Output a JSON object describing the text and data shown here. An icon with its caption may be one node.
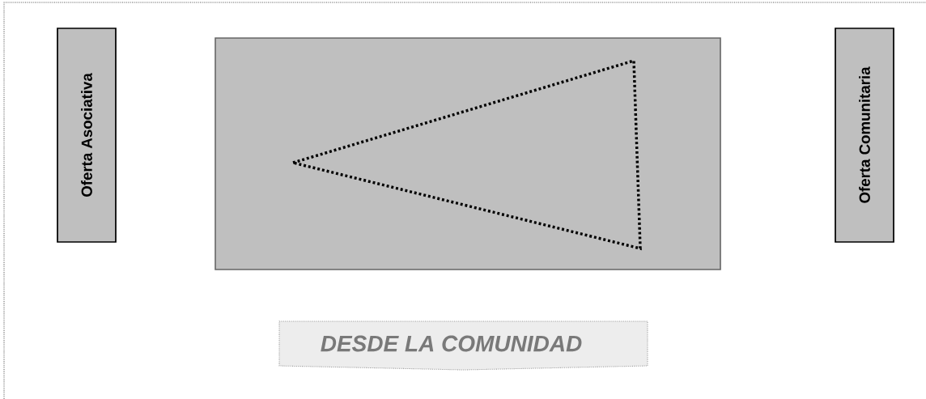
{
  "diagram": {
    "nodes": [
      {
        "text": [
          "Oferta Asociativa"
        ]
      },
      {
        "text": [],
        "shape": "box"
      },
      {
        "text": [
          "Oferta Comunitaria"
        ]
      },
      {
        "text": [
          "DESDE LA COMUNIDAD"
        ]
      }
    ]
  }
}
